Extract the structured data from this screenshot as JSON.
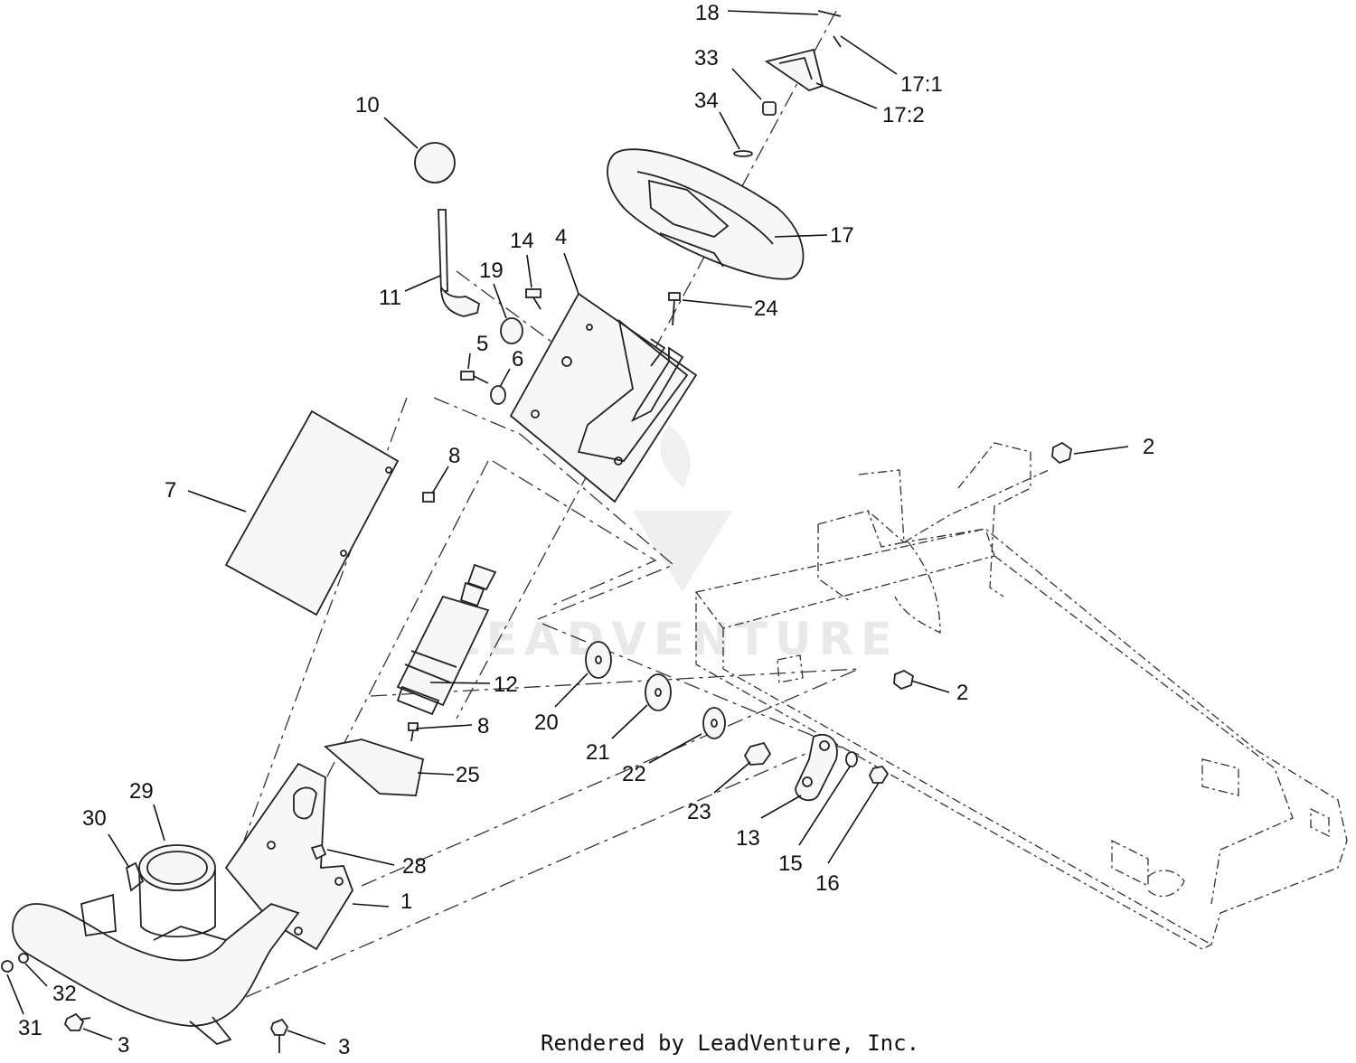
{
  "watermark_text": "LEADVENTURE",
  "credit_text": "Rendered by LeadVenture, Inc.",
  "callouts": {
    "c18": "18",
    "c17_1": "17:1",
    "c33": "33",
    "c17_2": "17:2",
    "c34": "34",
    "c10": "10",
    "c17": "17",
    "c14": "14",
    "c4": "4",
    "c19": "19",
    "c24": "24",
    "c11": "11",
    "c5": "5",
    "c6": "6",
    "c2a": "2",
    "c7": "7",
    "c8a": "8",
    "c12": "12",
    "c2b": "2",
    "c20": "20",
    "c8b": "8",
    "c21": "21",
    "c22": "22",
    "c25": "25",
    "c23": "23",
    "c29": "29",
    "c13": "13",
    "c30": "30",
    "c28": "28",
    "c15": "15",
    "c16": "16",
    "c1": "1",
    "c32": "32",
    "c31": "31",
    "c3a": "3",
    "c3b": "3"
  }
}
